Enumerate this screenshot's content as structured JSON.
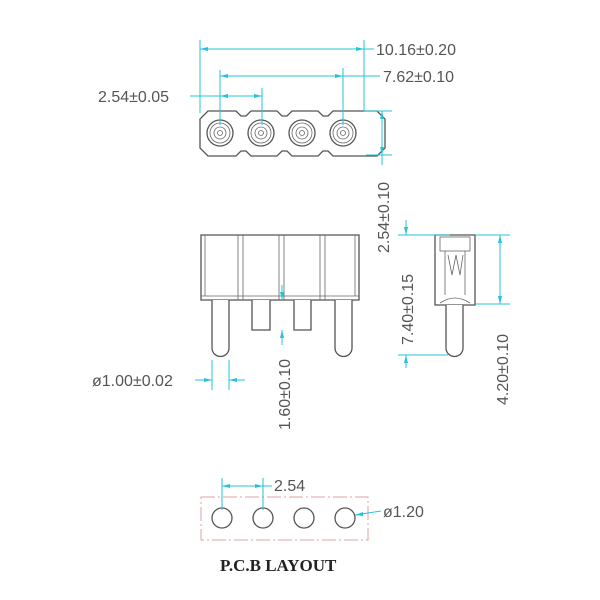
{
  "dimensions": {
    "overall_length": "10.16±0.20",
    "outer_pin_span": "7.62±0.10",
    "pitch": "2.54±0.05",
    "body_width": "2.54±0.10",
    "pin_diameter": "ø1.00±0.02",
    "short_pin_length": "1.60±0.10",
    "total_height": "7.40±0.15",
    "body_height": "4.20±0.10"
  },
  "pcb_layout": {
    "pitch": "2.54",
    "hole_diameter": "ø1.20",
    "title": "P.C.B LAYOUT"
  },
  "colors": {
    "dimension": "#22c4d8",
    "pcb_outline": "#e2a0a0",
    "part": "#555555"
  }
}
